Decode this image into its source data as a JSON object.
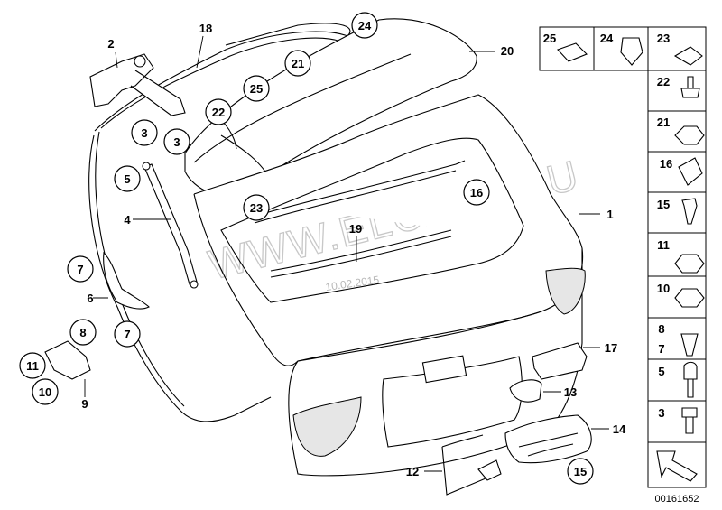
{
  "diagram": {
    "watermark": "WWW.ELCATS.RU",
    "date_stamp": "10.02.2015",
    "drawing_code": "00161652",
    "callouts": {
      "c1": "1",
      "c2": "2",
      "c3a": "3",
      "c3b": "3",
      "c4": "4",
      "c5": "5",
      "c6": "6",
      "c7a": "7",
      "c7b": "7",
      "c8": "8",
      "c9": "9",
      "c10": "10",
      "c11": "11",
      "c12": "12",
      "c13": "13",
      "c14": "14",
      "c15": "15",
      "c16": "16",
      "c17": "17",
      "c18": "18",
      "c19": "19",
      "c20": "20",
      "c21": "21",
      "c22": "22",
      "c23": "23",
      "c24": "24",
      "c25": "25"
    },
    "top_row_labels": [
      "25",
      "24",
      "23"
    ],
    "side_column_labels": [
      "22",
      "21",
      "16",
      "15",
      "11",
      "10",
      "8",
      "7",
      "5",
      "3"
    ]
  }
}
